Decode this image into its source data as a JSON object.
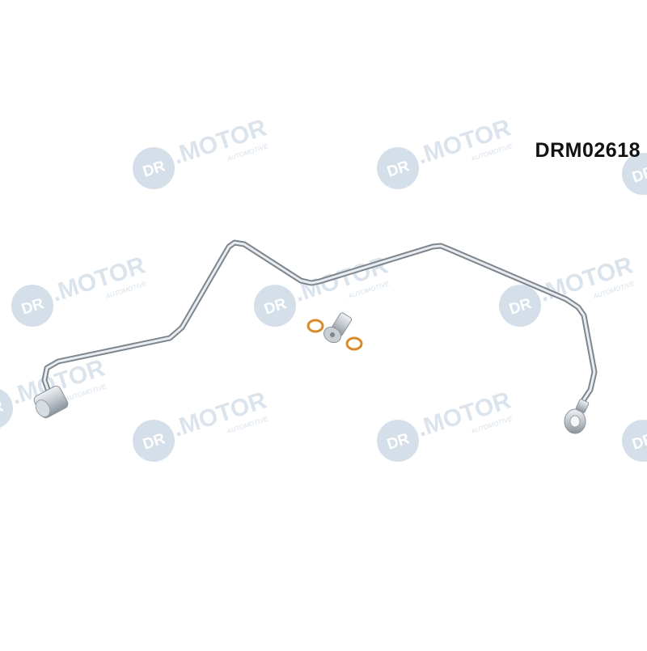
{
  "product": {
    "part_number": "DRM02618"
  },
  "watermark": {
    "brand_text": "DR.MOTOR",
    "sub_text": "AUTOMOTIVE",
    "badge_color": "#7d9fbe",
    "text_color": "#b9cbdc"
  },
  "items": [
    {
      "name": "oil-feed-pipe",
      "color": "#c8cdd2"
    },
    {
      "name": "banjo-bolt",
      "color": "#aab0b6"
    },
    {
      "name": "copper-washer",
      "count": 2,
      "color": "#d98b2c"
    }
  ]
}
